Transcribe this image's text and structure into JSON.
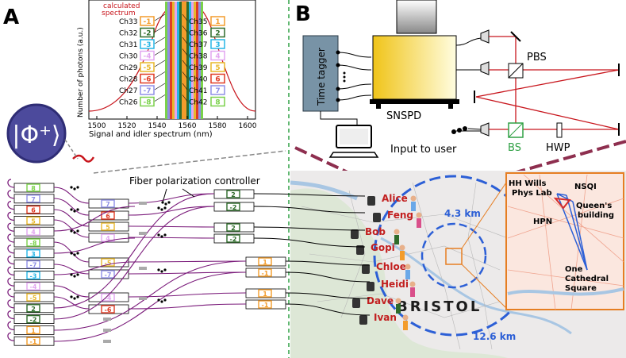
{
  "panels": {
    "a_label": "A",
    "b_label": "B"
  },
  "spectrum": {
    "annotation": "calculated\nspectrum",
    "xlabel": "Signal and idler spectrum (nm)",
    "ylabel": "Number of photons (a.u.)",
    "xticks": [
      "1500",
      "1520",
      "1540",
      "1560",
      "1580",
      "1600"
    ],
    "left_channels": [
      "Ch33",
      "Ch32",
      "Ch31",
      "Ch30",
      "Ch29",
      "Ch28",
      "Ch27",
      "Ch26"
    ],
    "right_channels": [
      "Ch35",
      "Ch36",
      "Ch37",
      "Ch38",
      "Ch39",
      "Ch40",
      "Ch41",
      "Ch42"
    ],
    "left_badges": [
      "-1",
      "-2",
      "-3",
      "-4",
      "-5",
      "-6",
      "-7",
      "-8"
    ],
    "right_badges": [
      "1",
      "2",
      "3",
      "4",
      "5",
      "6",
      "7",
      "8"
    ]
  },
  "state_symbol": "|Φ⁺⟩",
  "fiber_label": "Fiber polarization controller",
  "mux": {
    "col1": [
      "8",
      "7",
      "6",
      "5",
      "4",
      "-8",
      "3",
      "-7",
      "-3",
      "-4",
      "-5",
      "2",
      "-2",
      "1",
      "-1"
    ],
    "col2": [
      "7",
      "6",
      "5",
      "4",
      "-5",
      "-7",
      "-4",
      "-6"
    ],
    "col3": [
      "2",
      "-2",
      "2",
      "-2"
    ],
    "col4": [
      "1",
      "-1",
      "1",
      "-1"
    ]
  },
  "setup": {
    "time_tagger": "Time tagger",
    "snspd": "SNSPD",
    "pbs": "PBS",
    "bs": "BS",
    "hwp": "HWP",
    "input": "Input to user"
  },
  "map": {
    "users": [
      "Alice",
      "Feng",
      "Bob",
      "Gopi",
      "Chloe",
      "Heidi",
      "Dave",
      "Ivan"
    ],
    "city": "BRISTOL",
    "dist_inner": "4.3 km",
    "dist_outer": "12.6 km",
    "inset": [
      "HH Wills",
      "Phys Lab",
      "NSQI",
      "Queen's",
      "building",
      "HPN",
      "One",
      "Cathedral",
      "Square"
    ]
  },
  "colors": {
    "ch1": "#f39c2b",
    "ch2": "#2e6b2a",
    "ch3": "#25b6e6",
    "ch4": "#e2a6f0",
    "ch5": "#e8b72a",
    "ch6": "#e03b24",
    "ch7": "#8f8fe6",
    "ch8": "#7ad14a",
    "fiber": "#7a1a7a",
    "laser": "#c8161d",
    "ring": "#2c5fd6",
    "user": "#c21f1f"
  }
}
